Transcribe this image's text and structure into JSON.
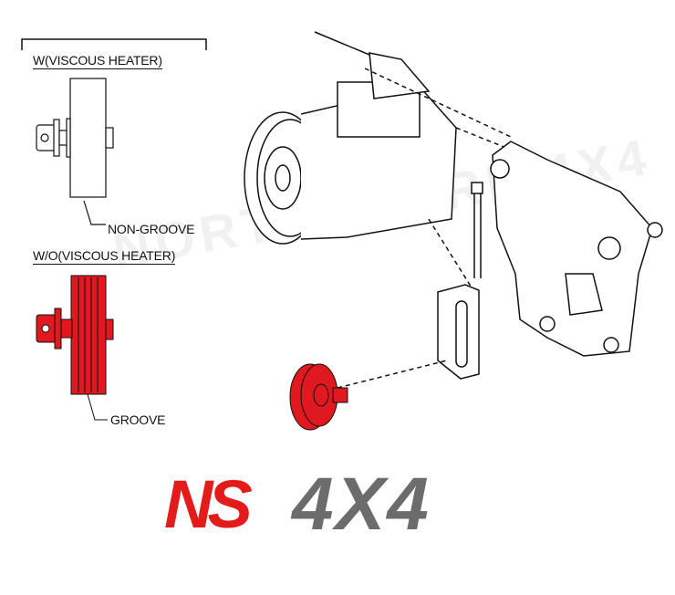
{
  "labels": {
    "with_heater": "W(VISCOUS HEATER)",
    "non_groove": "NON-GROOVE",
    "without_heater": "W/O(VISCOUS HEATER)",
    "groove": "GROOVE"
  },
  "logo": {
    "part1": "NS",
    "part2": "4X4"
  },
  "watermark": "NORTHSHORE 4X4",
  "colors": {
    "highlight": "#e0181f",
    "logo_red": "#e31b1b",
    "logo_gray": "#6c6c6c"
  }
}
